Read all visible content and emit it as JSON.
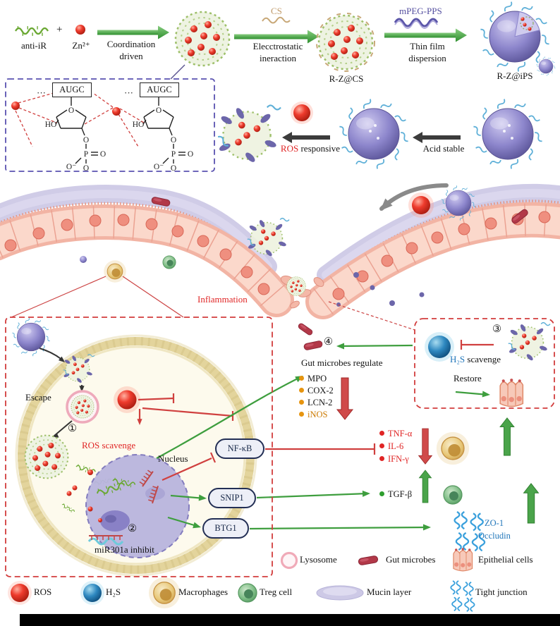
{
  "synthesis": {
    "anti_ir": "anti-iR",
    "plus": "+",
    "zn": "Zn²⁺",
    "arrow1_line1": "Coordination",
    "arrow1_line2": "driven",
    "cs": "CS",
    "arrow2_line1": "Elecctrostatic",
    "arrow2_line2": "ineraction",
    "rzcs": "R-Z@CS",
    "mpeg": "mPEG-PPS",
    "arrow3_line1": "Thin film",
    "arrow3_line2": "dispersion",
    "rzips": "R-Z@iPS"
  },
  "chemistry": {
    "augc": "AUGC",
    "dots": "···",
    "ho": "HO",
    "o": "O",
    "p": "P",
    "o_minus": "O⁻"
  },
  "conversion": {
    "ros": "ROS",
    "responsive": " responsive",
    "acid_stable": "Acid stable"
  },
  "tissue": {
    "inflammation": "Inflammation"
  },
  "cell": {
    "escape": "Escape",
    "step1": "①",
    "ros_scavenge": "ROS scavenge",
    "nucleus": "Nucleus",
    "step2": "②",
    "mir_inhibit": "miR301a inhibit",
    "nfkb": "NF-κB",
    "snip1": "SNIP1",
    "btg1": "BTG1"
  },
  "microbes": {
    "step4": "④",
    "regulate": "Gut microbes regulate",
    "markers": [
      "MPO",
      "COX-2",
      "LCN-2",
      "iNOS"
    ],
    "cytokines": [
      "TNF-α",
      "IL-6",
      "IFN-γ"
    ],
    "tgfb": "TGF-β",
    "zo1": "ZO-1",
    "occludin": "Occludin"
  },
  "h2s_box": {
    "step3": "③",
    "h2s": "H₂S",
    "scavenge": " scavenge",
    "restore": "Restore"
  },
  "legend": {
    "lysosome": "Lysosome",
    "gut_microbes": "Gut microbes",
    "epithelial_cells": "Epithelial cells",
    "ros": "ROS",
    "h2s": "H₂S",
    "macrophages": "Macrophages",
    "treg_cell": "Treg cell",
    "mucin_layer": "Mucin layer",
    "tight_junction": "Tight junction"
  },
  "colors": {
    "arrow_green": "#43a043",
    "inhibit_red": "#d0403f",
    "h2s_blue": "#2277bb",
    "marker_orange": "#e6940f",
    "sphere_purple": "#8d86cc"
  }
}
